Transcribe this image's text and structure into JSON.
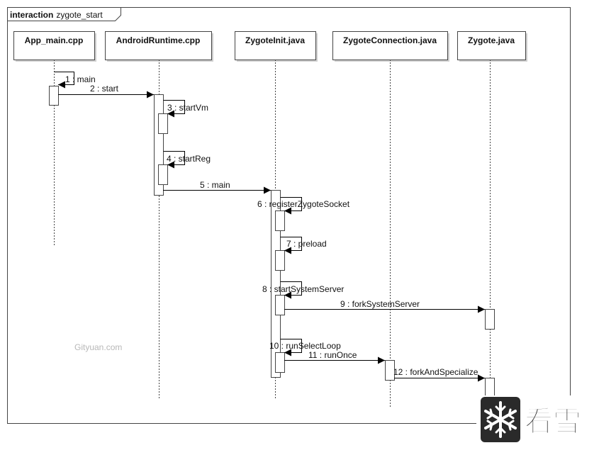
{
  "frame": {
    "keyword": "interaction",
    "name": "zygote_start"
  },
  "lifelines": [
    {
      "id": "app",
      "label": "App_main.cpp"
    },
    {
      "id": "ar",
      "label": "AndroidRuntime.cpp"
    },
    {
      "id": "zi",
      "label": "ZygoteInit.java"
    },
    {
      "id": "zc",
      "label": "ZygoteConnection.java"
    },
    {
      "id": "zy",
      "label": "Zygote.java"
    }
  ],
  "messages": [
    {
      "num": "1",
      "name": "main",
      "from": "app",
      "to": "app",
      "self": true
    },
    {
      "num": "2",
      "name": "start",
      "from": "app",
      "to": "ar"
    },
    {
      "num": "3",
      "name": "startVm",
      "from": "ar",
      "to": "ar",
      "self": true
    },
    {
      "num": "4",
      "name": "startReg",
      "from": "ar",
      "to": "ar",
      "self": true
    },
    {
      "num": "5",
      "name": "main",
      "from": "ar",
      "to": "zi"
    },
    {
      "num": "6",
      "name": "registerZygoteSocket",
      "from": "zi",
      "to": "zi",
      "self": true
    },
    {
      "num": "7",
      "name": "preload",
      "from": "zi",
      "to": "zi",
      "self": true
    },
    {
      "num": "8",
      "name": "startSystemServer",
      "from": "zi",
      "to": "zi",
      "self": true
    },
    {
      "num": "9",
      "name": "forkSystemServer",
      "from": "zi",
      "to": "zy"
    },
    {
      "num": "10",
      "name": "runSelectLoop",
      "from": "zi",
      "to": "zi",
      "self": true
    },
    {
      "num": "11",
      "name": "runOnce",
      "from": "zi",
      "to": "zc"
    },
    {
      "num": "12",
      "name": "forkAndSpecialize",
      "from": "zc",
      "to": "zy"
    }
  ],
  "watermark": "Gityuan.com",
  "logo": {
    "text": "看雪",
    "icon": "snowflake-icon"
  }
}
